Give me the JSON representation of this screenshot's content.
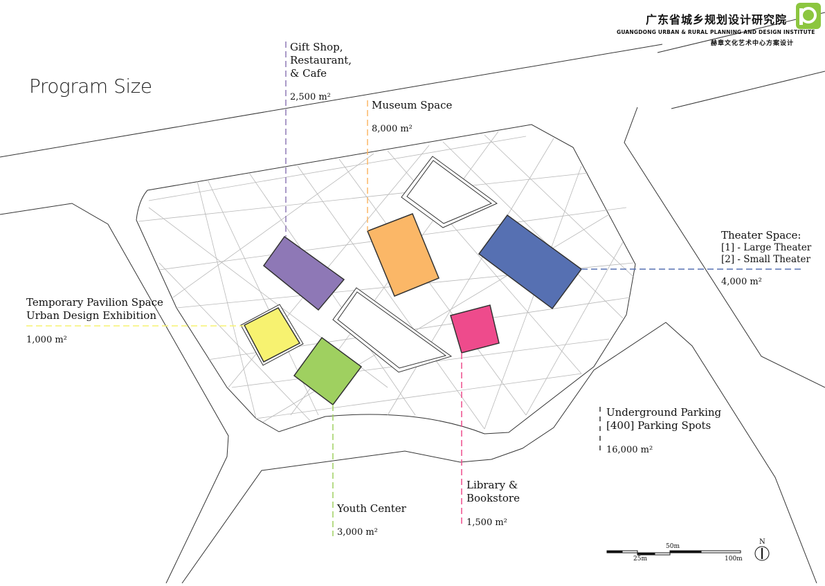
{
  "title": "Program Size",
  "institute": {
    "name_cn": "广东省城乡规划设计研究院",
    "name_en": "GUANGDONG URBAN & RURAL PLANNING AND DESIGN INSTITUTE",
    "project_cn": "赫章文化艺术中心方案设计"
  },
  "programs": {
    "gift_shop": {
      "label": [
        "Gift Shop,",
        "Restaurant,",
        "& Cafe"
      ],
      "area": "2,500 m²",
      "color": "#8e78b6"
    },
    "museum": {
      "label": [
        "Museum Space"
      ],
      "area": "8,000 m²",
      "color": "#fbb767"
    },
    "theater": {
      "label": [
        "Theater Space:",
        "[1] - Large Theater",
        "[2] - Small Theater"
      ],
      "area": "4,000 m²",
      "color": "#5670b2"
    },
    "pavilion": {
      "label": [
        "Temporary Pavilion Space",
        "Urban Design Exhibition"
      ],
      "area": "1,000 m²",
      "color": "#f7f270"
    },
    "youth": {
      "label": [
        "Youth Center"
      ],
      "area": "3,000 m²",
      "color": "#9fd060"
    },
    "library": {
      "label": [
        "Library &",
        "Bookstore"
      ],
      "area": "1,500 m²",
      "color": "#ee4b8c"
    },
    "parking": {
      "label": [
        "Underground Parking",
        "[400] Parking Spots"
      ],
      "area": "16,000 m²",
      "color": "#333333"
    }
  },
  "scale_bar": {
    "mid": "50m",
    "quarter": "25m",
    "full": "100m"
  },
  "north": "N"
}
